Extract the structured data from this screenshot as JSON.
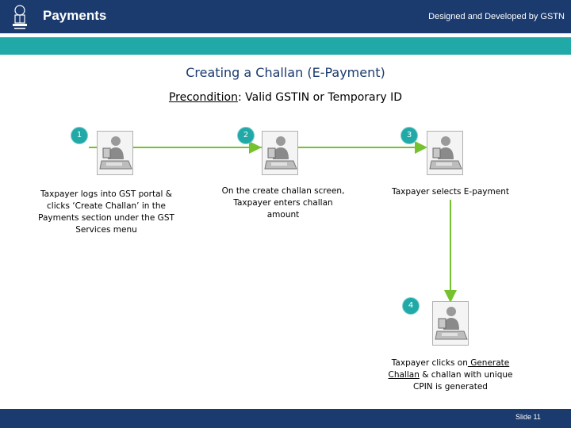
{
  "header": {
    "title": "Payments",
    "credit": "Designed and Developed by GSTN"
  },
  "slide": {
    "title": "Creating a Challan (E-Payment)",
    "precondition_label": "Precondition",
    "precondition_text": ": Valid GSTIN or Temporary ID"
  },
  "steps": [
    {
      "number": "1",
      "caption_lines": [
        "Taxpayer logs into GST portal &",
        "clicks ‘Create Challan’ in the",
        "Payments section under the GST",
        "Services menu"
      ]
    },
    {
      "number": "2",
      "caption_lines": [
        "On the create challan screen,",
        "Taxpayer enters challan",
        "amount"
      ]
    },
    {
      "number": "3",
      "caption_lines": [
        "Taxpayer selects E-payment"
      ]
    },
    {
      "number": "4",
      "caption_parts": [
        "Taxpayer clicks on",
        " Generate",
        "Challan",
        " & challan with unique",
        "CPIN is generated"
      ]
    }
  ],
  "footer": {
    "slide_number": "Slide 11"
  },
  "colors": {
    "navy": "#1b3a6e",
    "teal": "#21a9a7",
    "arrow_green": "#76c22e"
  },
  "icons": [
    "emblem-icon",
    "person-at-computer-icon"
  ]
}
